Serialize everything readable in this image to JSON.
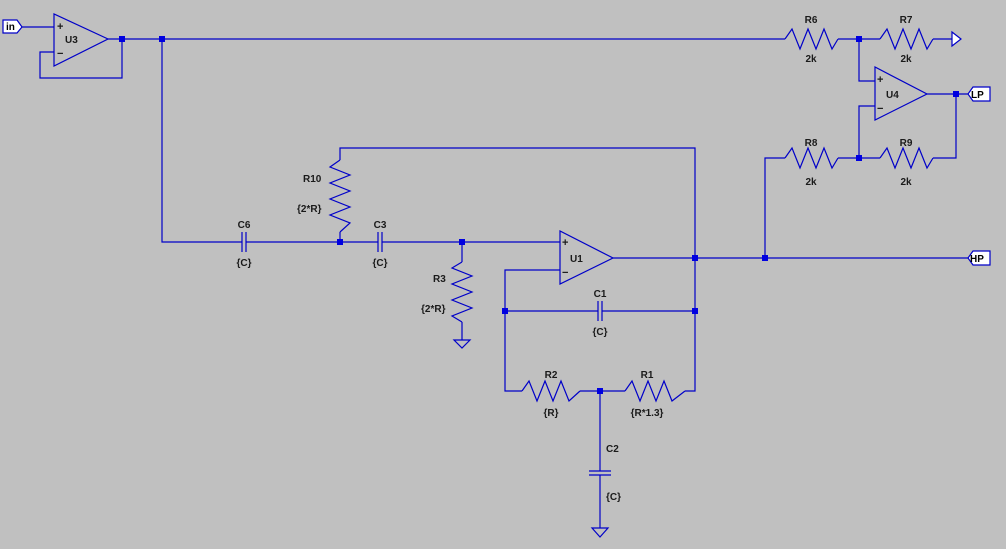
{
  "ports": {
    "in": "in",
    "lp": "LP",
    "hp": "HP"
  },
  "opamps": {
    "u1": "U1",
    "u3": "U3",
    "u4": "U4",
    "plus": "+",
    "minus": "−"
  },
  "components": {
    "r1": {
      "ref": "R1",
      "value": "{R*1.3}"
    },
    "r2": {
      "ref": "R2",
      "value": "{R}"
    },
    "r3": {
      "ref": "R3",
      "value": "{2*R}"
    },
    "r6": {
      "ref": "R6",
      "value": "2k"
    },
    "r7": {
      "ref": "R7",
      "value": "2k"
    },
    "r8": {
      "ref": "R8",
      "value": "2k"
    },
    "r9": {
      "ref": "R9",
      "value": "2k"
    },
    "r10": {
      "ref": "R10",
      "value": "{2*R}"
    },
    "c1": {
      "ref": "C1",
      "value": "{C}"
    },
    "c2": {
      "ref": "C2",
      "value": "{C}"
    },
    "c3": {
      "ref": "C3",
      "value": "{C}"
    },
    "c6": {
      "ref": "C6",
      "value": "{C}"
    }
  }
}
